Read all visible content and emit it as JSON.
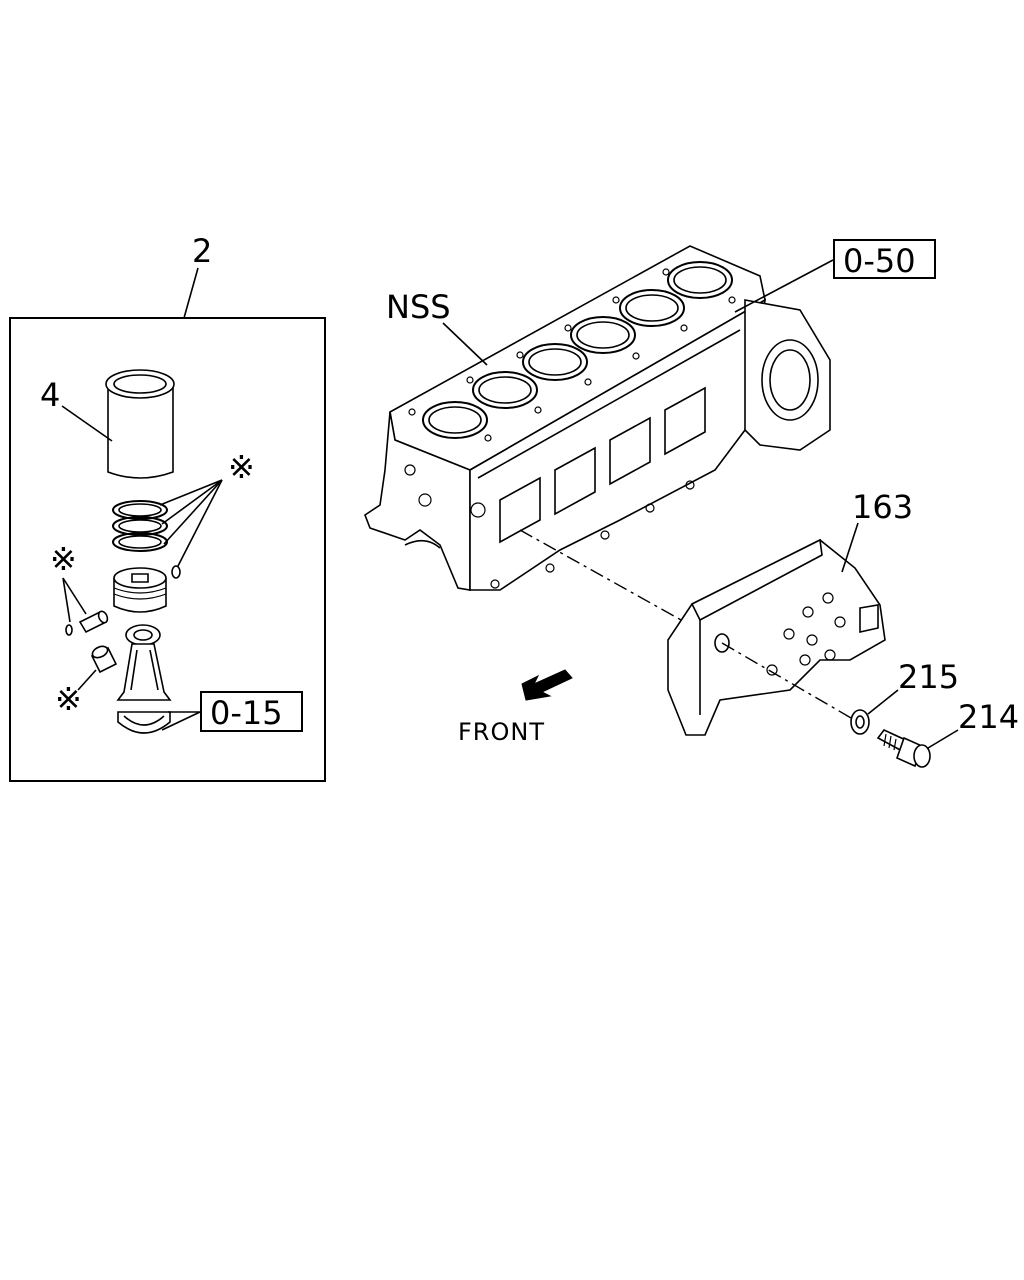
{
  "callouts": {
    "kit": "2",
    "liner": "4",
    "block": "NSS",
    "block_ref": "0-50",
    "rod_ref": "0-15",
    "plate": "163",
    "washer": "215",
    "bolt": "214"
  },
  "markers": {
    "ring_set": "※",
    "piston_pin": "※",
    "bushing": "※"
  },
  "direction": {
    "label": "FRONT",
    "icon": "arrow-front-icon"
  }
}
